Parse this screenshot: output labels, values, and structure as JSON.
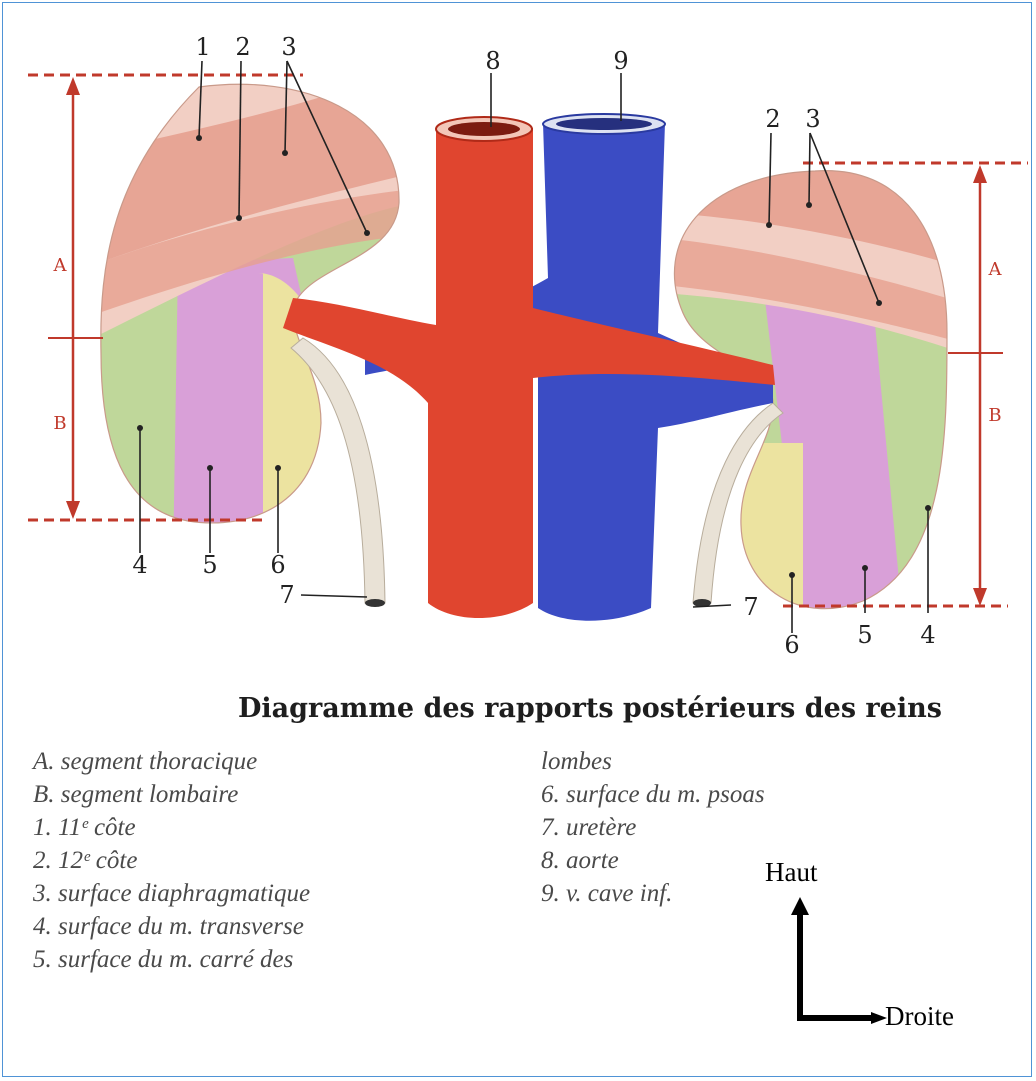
{
  "title": "Diagramme des rapports postérieurs des reins",
  "labels": {
    "left_numbers": [
      "1",
      "2",
      "3",
      "4",
      "5",
      "6",
      "7"
    ],
    "right_numbers": [
      "2",
      "3",
      "4",
      "5",
      "6",
      "7"
    ],
    "center_numbers": [
      "8",
      "9"
    ],
    "segments_left": [
      "A",
      "B"
    ],
    "segments_right": [
      "A",
      "B"
    ]
  },
  "legend": {
    "col1": [
      "A. segment thoracique",
      "B. segment lombaire",
      "1. 11ᵉ côte",
      "2. 12ᵉ côte",
      "3. surface diaphragmatique",
      "4. surface du m. transverse",
      "5. surface du m. carré des"
    ],
    "col2": [
      "lombes",
      "6. surface du m. psoas",
      "7. uretère",
      "8. aorte",
      "9. v. cave inf."
    ]
  },
  "orientation": {
    "up": "Haut",
    "right": "Droite"
  },
  "colors": {
    "frame": "#4f93d6",
    "aorta": "#e0452f",
    "vena_cava": "#3b4cc4",
    "rib_band": "#e6a090",
    "diaphragm": "#f2cfc4",
    "transverse": "#bfd79a",
    "quadratus": "#d9a0d8",
    "psoas": "#ece3a0",
    "ureter": "#e9e2d6",
    "guides": "#c0392b"
  }
}
